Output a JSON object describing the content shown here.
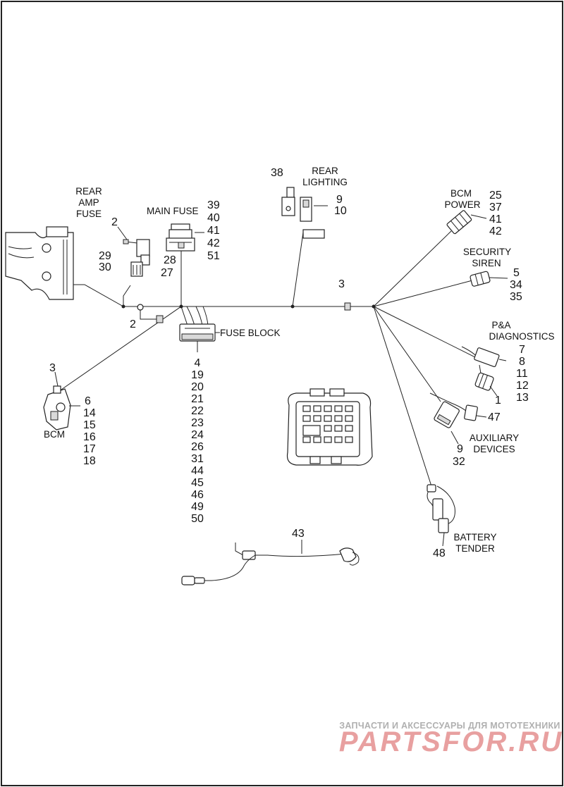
{
  "callouts": {
    "rear_amp_fuse": [
      "REAR",
      "AMP",
      "FUSE"
    ],
    "main_fuse": "MAIN FUSE",
    "rear_lighting": [
      "REAR",
      "LIGHTING"
    ],
    "bcm_power": [
      "BCM",
      "POWER"
    ],
    "security_siren": [
      "SECURITY",
      "SIREN"
    ],
    "pa_diagnostics": [
      "P&A",
      "DIAGNOSTICS"
    ],
    "fuse_block": "FUSE BLOCK",
    "bcm": "BCM",
    "auxiliary_devices": [
      "AUXILIARY",
      "DEVICES"
    ],
    "battery_tender": [
      "BATTERY",
      "TENDER"
    ]
  },
  "part_numbers": {
    "rear_amp_fuse_top": "2",
    "rear_amp_fuse_left": [
      "29",
      "30"
    ],
    "rear_amp_fuse_right": [
      "28",
      "27"
    ],
    "main_fuse": [
      "39",
      "40",
      "41",
      "42",
      "51"
    ],
    "rear_lighting_left": "38",
    "rear_lighting_right": [
      "9",
      "10"
    ],
    "bcm_power": [
      "25",
      "37",
      "41",
      "42"
    ],
    "security_siren": [
      "5",
      "34",
      "35"
    ],
    "trunk_clip": "3",
    "ground_clip": "2",
    "fuse_block": [
      "4",
      "19",
      "20",
      "21",
      "22",
      "23",
      "24",
      "26",
      "31",
      "44",
      "45",
      "46",
      "49",
      "50"
    ],
    "bcm_top": "3",
    "bcm": [
      "6",
      "14",
      "15",
      "16",
      "17",
      "18"
    ],
    "pa_diagnostics": [
      "7",
      "8",
      "11",
      "12",
      "13"
    ],
    "pa_lower": "1",
    "auxiliary_right": "47",
    "auxiliary_lower": [
      "9",
      "32"
    ],
    "battery_tender": "48",
    "extension": "43"
  },
  "watermark": {
    "tagline": "ЗАПЧАСТИ И АКСЕССУАРЫ ДЛЯ МОТОТЕХНИКИ",
    "brand": "PARTSFOR.RU"
  },
  "colors": {
    "line": "#222222",
    "watermark_brand": "#e8a0a0",
    "watermark_tagline": "#b0b0b0"
  }
}
